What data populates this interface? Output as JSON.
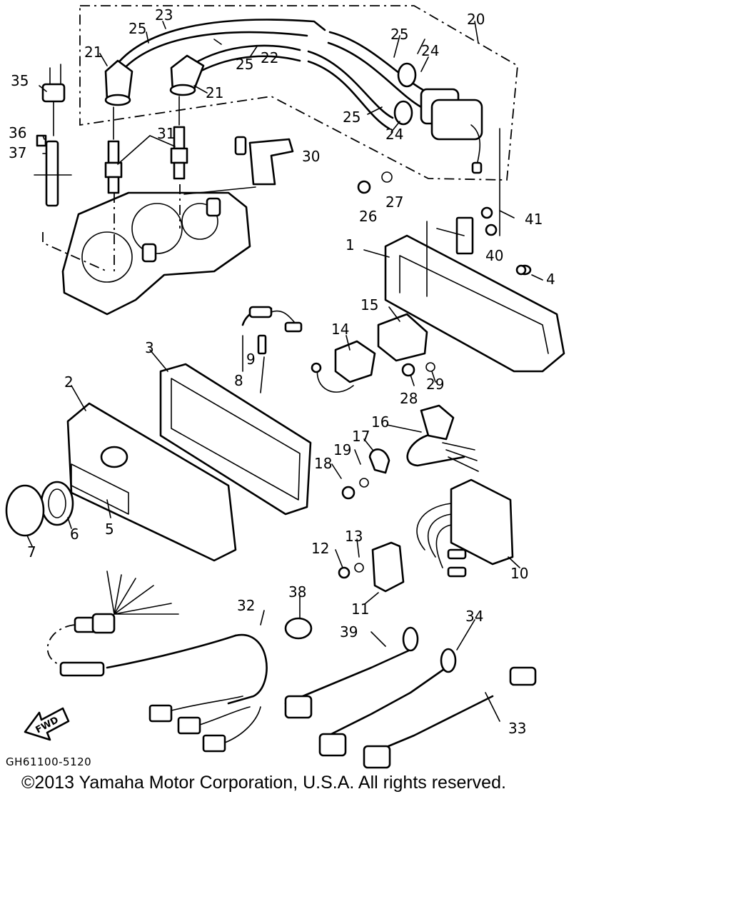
{
  "diagram": {
    "code": "GH61100-5120",
    "copyright": "©2013 Yamaha Motor Corporation, U.S.A. All rights reserved.",
    "fwd_label": "FWD",
    "callouts": [
      "1",
      "2",
      "3",
      "4",
      "5",
      "6",
      "7",
      "8",
      "9",
      "10",
      "11",
      "12",
      "13",
      "14",
      "15",
      "16",
      "17",
      "18",
      "19",
      "20",
      "21",
      "21",
      "22",
      "23",
      "24",
      "24",
      "25",
      "25",
      "25",
      "25",
      "26",
      "27",
      "28",
      "29",
      "30",
      "31",
      "32",
      "33",
      "34",
      "35",
      "36",
      "37",
      "38",
      "39",
      "40",
      "41"
    ]
  }
}
